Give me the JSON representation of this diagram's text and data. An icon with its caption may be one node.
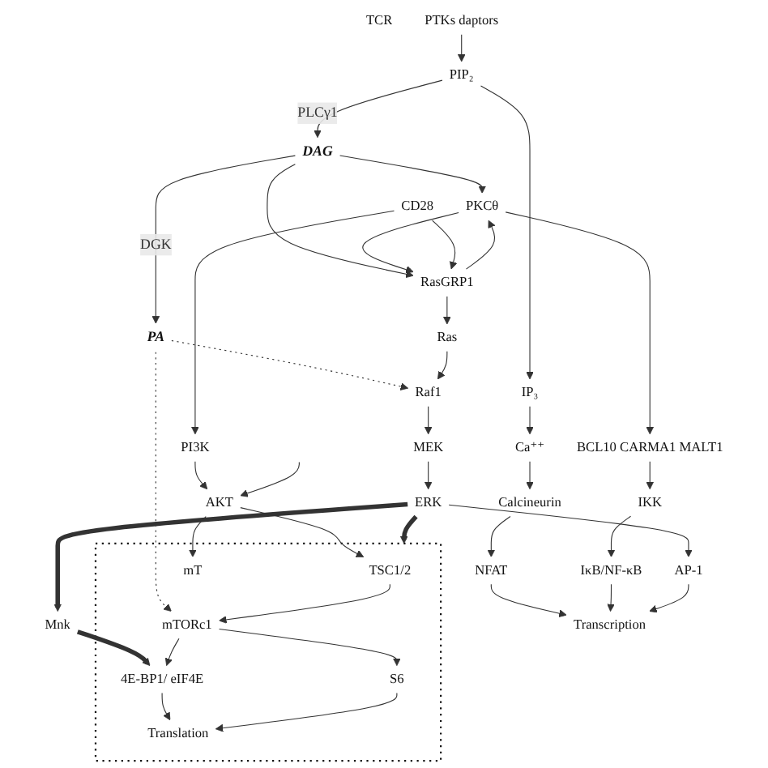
{
  "diagram": {
    "nodes": [
      {
        "text": [
          "TCR"
        ]
      },
      {
        "text": [
          "PTKs daptors"
        ]
      },
      {
        "text": [
          "PIP₂"
        ]
      },
      {
        "text": [
          "DAG"
        ]
      },
      {
        "text": [
          "PA"
        ]
      },
      {
        "text": [
          "CD28"
        ]
      },
      {
        "text": [
          "PKCθ"
        ]
      },
      {
        "text": [
          "RasGRP1"
        ]
      },
      {
        "text": [
          "PI3K"
        ]
      },
      {
        "text": [
          "IP₃"
        ]
      },
      {
        "text": [
          "BCL10 CARMA1 MALT1"
        ]
      },
      {
        "text": [
          "Ras"
        ]
      },
      {
        "text": [
          "AKT"
        ]
      },
      {
        "text": [
          "Ca⁺⁺"
        ]
      },
      {
        "text": [
          "Raf1"
        ]
      },
      {
        "text": [],
        "shape": "box"
      },
      {
        "text": [
          "TSC1/2"
        ],
        "in": 15
      },
      {
        "text": [
          "mT"
        ],
        "in": 15
      },
      {
        "text": [
          "mTORc1"
        ],
        "in": 15
      },
      {
        "text": [
          "Calcineurin"
        ]
      },
      {
        "text": [
          "IKK"
        ]
      },
      {
        "text": [
          "MEK"
        ]
      },
      {
        "text": [
          "NFAT"
        ]
      },
      {
        "text": [
          "IκB/NF-κB"
        ]
      },
      {
        "text": [
          "ERK"
        ]
      },
      {
        "text": [
          "Mnk"
        ]
      },
      {
        "text": [
          "4E-BP1/ eIF4E"
        ],
        "in": 15
      },
      {
        "text": [
          "S6"
        ],
        "in": 15
      },
      {
        "text": [
          "AP-1"
        ]
      },
      {
        "text": [
          "Transcription"
        ]
      },
      {
        "text": [
          "Translation"
        ],
        "in": 15
      }
    ],
    "edges": [
      {
        "from": 1,
        "to": 2,
        "arrow": "to"
      },
      {
        "from": 2,
        "to": 3,
        "arrow": "to",
        "label": "PLCγ1"
      },
      {
        "from": 2,
        "to": 9,
        "arrow": "to"
      },
      {
        "from": 3,
        "to": 4,
        "arrow": "to",
        "label": "DGK"
      },
      {
        "from": 3,
        "to": 6,
        "arrow": "to"
      },
      {
        "from": 3,
        "to": 7,
        "arrow": "to"
      },
      {
        "from": 7,
        "to": 6,
        "arrow": "to"
      },
      {
        "from": 6,
        "to": 7,
        "arrow": "to"
      },
      {
        "from": 5,
        "to": 7,
        "arrow": "to"
      },
      {
        "from": 5,
        "to": 8,
        "arrow": "to"
      },
      {
        "from": 4,
        "to": 14,
        "arrow": "to",
        "style": "dashed"
      },
      {
        "from": 4,
        "to": 18,
        "arrow": "to",
        "style": "dashed"
      },
      {
        "from": 9,
        "to": 13,
        "arrow": "to"
      },
      {
        "from": 13,
        "to": 19,
        "arrow": "to"
      },
      {
        "from": 19,
        "to": 22,
        "arrow": "to"
      },
      {
        "from": 6,
        "to": 10,
        "arrow": "to"
      },
      {
        "from": 10,
        "to": 20,
        "arrow": "to"
      },
      {
        "from": 20,
        "to": 23,
        "arrow": "to"
      },
      {
        "from": 7,
        "to": 11,
        "arrow": "to"
      },
      {
        "from": 11,
        "to": 14,
        "arrow": "to"
      },
      {
        "from": 14,
        "to": 21,
        "arrow": "to"
      },
      {
        "from": 21,
        "to": 24,
        "arrow": "to"
      },
      {
        "from": 24,
        "to": 28,
        "arrow": "to"
      },
      {
        "from": 24,
        "to": 25,
        "arrow": "to",
        "style": "thick"
      },
      {
        "from": 24,
        "to": 15,
        "arrow": "to",
        "style": "thick"
      },
      {
        "from": 25,
        "to": 26,
        "arrow": "to",
        "style": "thick"
      },
      {
        "from": 8,
        "to": 12,
        "arrow": "to"
      },
      {
        "from": null,
        "to": 12,
        "arrow": "to"
      },
      {
        "from": 12,
        "to": 16,
        "arrow": "to"
      },
      {
        "from": 12,
        "to": 17,
        "arrow": "to"
      },
      {
        "from": 16,
        "to": 18,
        "arrow": "to"
      },
      {
        "from": 18,
        "to": 26,
        "arrow": "to"
      },
      {
        "from": 18,
        "to": 27,
        "arrow": "to"
      },
      {
        "from": 22,
        "to": 29,
        "arrow": "to"
      },
      {
        "from": 23,
        "to": 29,
        "arrow": "to"
      },
      {
        "from": 28,
        "to": 29,
        "arrow": "to"
      },
      {
        "from": 26,
        "to": 30,
        "arrow": "to"
      },
      {
        "from": 27,
        "to": 30,
        "arrow": "to"
      }
    ]
  }
}
